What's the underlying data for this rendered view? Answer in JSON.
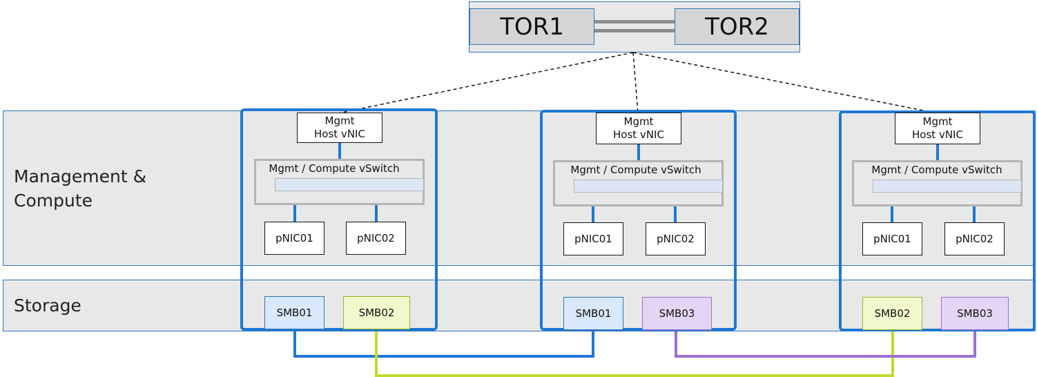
{
  "tor": {
    "switch1": "TOR1",
    "switch2": "TOR2"
  },
  "rows": {
    "management_line1": "Management &",
    "management_line2": "Compute",
    "storage": "Storage"
  },
  "nodes": [
    {
      "vnic_line1": "Mgmt",
      "vnic_line2": "Host vNIC",
      "vswitch": "Mgmt / Compute vSwitch",
      "pnic1": "pNIC01",
      "pnic2": "pNIC02",
      "smb_left": "SMB01",
      "smb_right": "SMB02"
    },
    {
      "vnic_line1": "Mgmt",
      "vnic_line2": "Host vNIC",
      "vswitch": "Mgmt / Compute vSwitch",
      "pnic1": "pNIC01",
      "pnic2": "pNIC02",
      "smb_left": "SMB01",
      "smb_right": "SMB03"
    },
    {
      "vnic_line1": "Mgmt",
      "vnic_line2": "Host vNIC",
      "vswitch": "Mgmt / Compute vSwitch",
      "pnic1": "pNIC01",
      "pnic2": "pNIC02",
      "smb_left": "SMB02",
      "smb_right": "SMB03"
    }
  ],
  "colors": {
    "node_outline": "#1f77d4",
    "smb01": "#dae8fc",
    "smb02": "#f2f7cc",
    "smb03": "#e3d5f3",
    "link_smb01": "#1f77d4",
    "link_smb02": "#c2d92d",
    "link_smb03": "#9b6ed3"
  }
}
